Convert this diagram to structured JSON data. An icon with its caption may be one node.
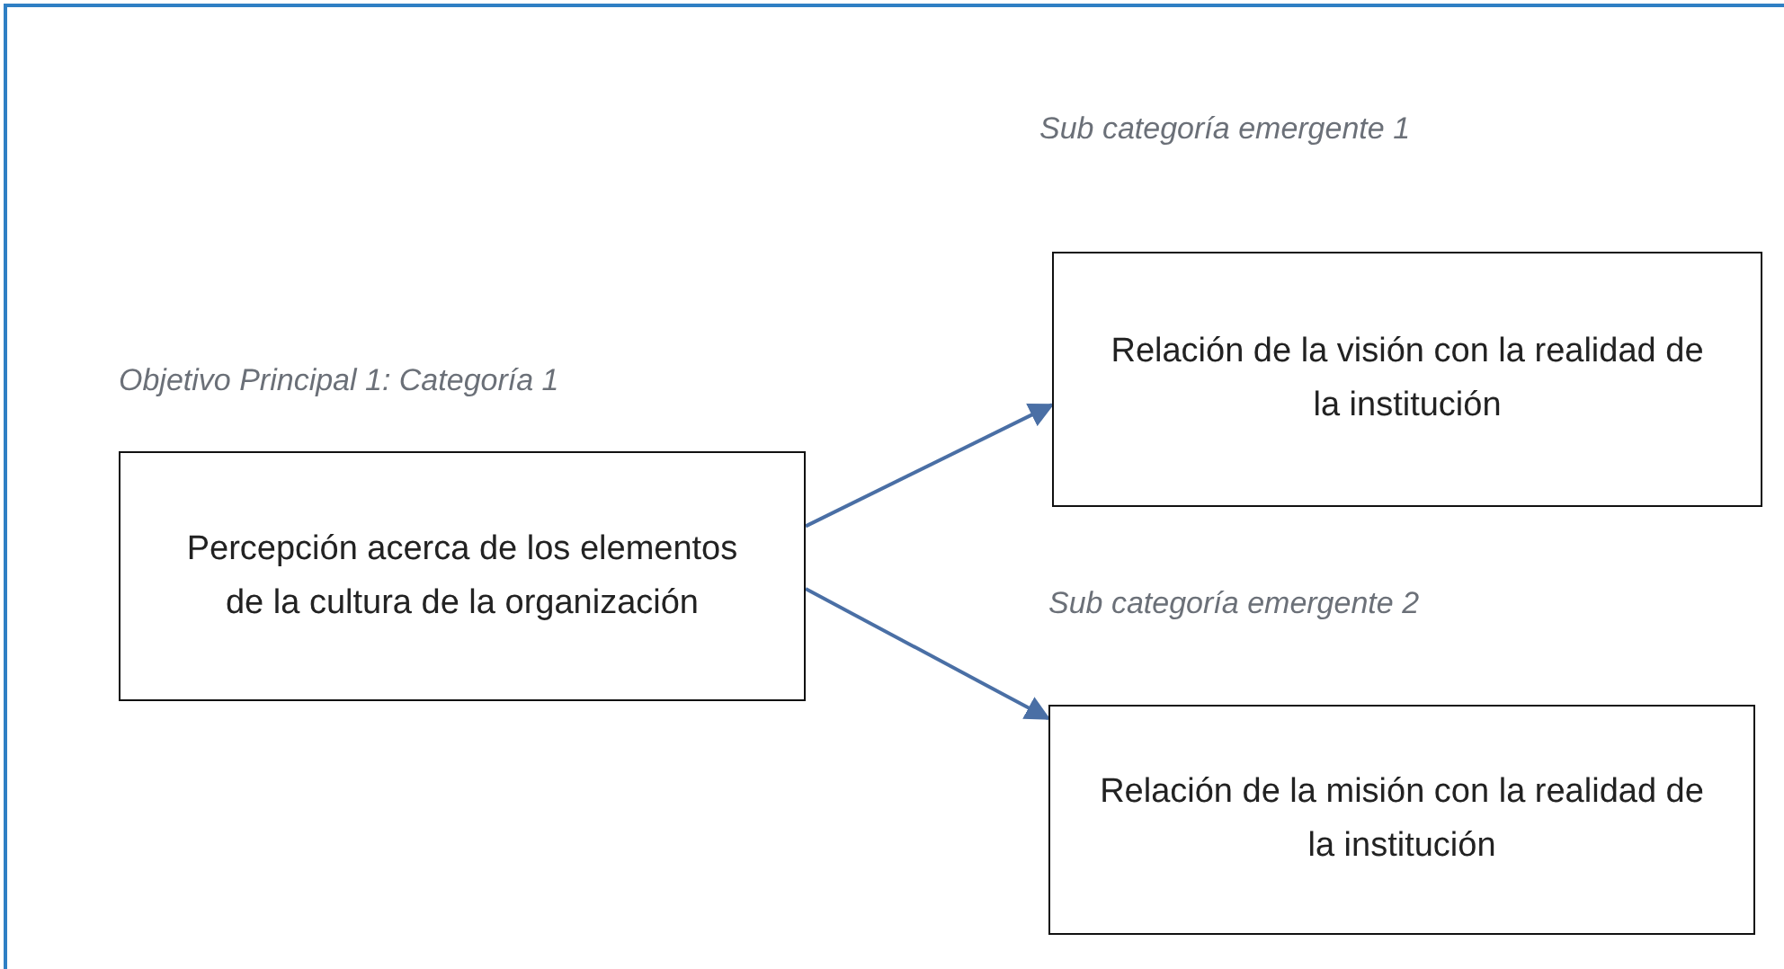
{
  "diagram": {
    "nodes": [
      {
        "text": [
          "Objetivo Principal 1: Categoría 1",
          "Percepción acerca de los elementos de la cultura de la organización"
        ]
      },
      {
        "text": [
          "Sub categoría emergente 1",
          "Relación de la visión con la realidad de la institución"
        ]
      },
      {
        "text": [
          "Sub categoría emergente 2",
          "Relación de la misión con la realidad de la institución"
        ]
      }
    ],
    "edges": [
      {
        "from": 0,
        "to": 1,
        "arrow": "to"
      },
      {
        "from": 0,
        "to": 2,
        "arrow": "to"
      }
    ]
  }
}
